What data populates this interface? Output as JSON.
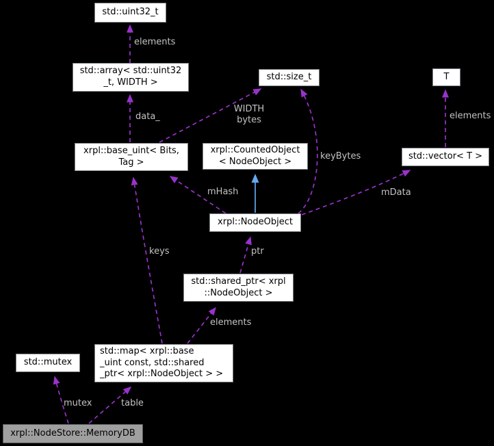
{
  "diagram_type": "doxygen-collaboration-graph",
  "colors": {
    "background": "#000000",
    "node_fill": "#ffffff",
    "node_border": "#7e8287",
    "node_text": "#000000",
    "highlight_node_fill": "#9f9f9f",
    "usage_edge": "#9932cc",
    "inheritance_edge": "#63a9f0",
    "edge_label_text": "#c3c3c3"
  },
  "nodes": {
    "uint32_t": {
      "label": "std::uint32_t"
    },
    "array": {
      "label": "std::array< std::uint32\n_t, WIDTH >"
    },
    "size_t": {
      "label": "std::size_t"
    },
    "t": {
      "label": "T"
    },
    "base_uint": {
      "label": "xrpl::base_uint< Bits,\nTag >"
    },
    "counted_object": {
      "label": "xrpl::CountedObject\n< NodeObject >"
    },
    "vector": {
      "label": "std::vector< T >"
    },
    "node_object": {
      "label": "xrpl::NodeObject"
    },
    "shared_ptr": {
      "label": "std::shared_ptr< xrpl\n::NodeObject >"
    },
    "map": {
      "label": "std::map< xrpl::base\n_uint const, std::shared\n_ptr< xrpl::NodeObject > >"
    },
    "mutex": {
      "label": "std::mutex"
    },
    "memory_db": {
      "label": "xrpl::NodeStore::MemoryDB"
    }
  },
  "edge_labels": {
    "elements_array_to_uint32": "elements",
    "data": "data_",
    "width_bytes": "WIDTH\nbytes",
    "key_bytes": "keyBytes",
    "elements_vector_to_t": "elements",
    "m_hash": "mHash",
    "m_data": "mData",
    "keys": "keys",
    "ptr": "ptr",
    "elements_map_to_shared_ptr": "elements",
    "mutex": "mutex",
    "table": "table"
  }
}
